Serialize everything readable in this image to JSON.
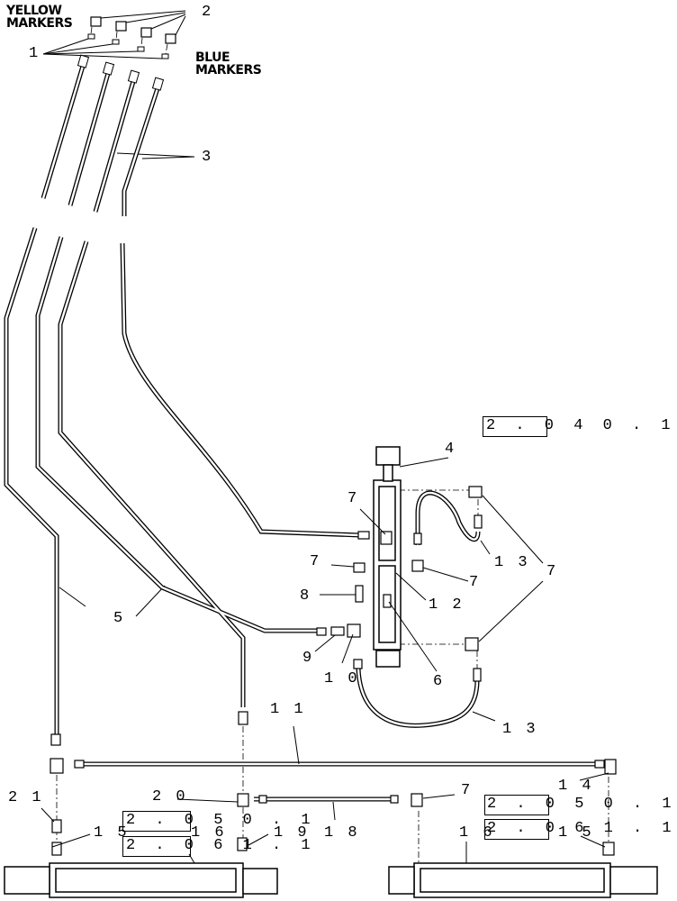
{
  "markers": {
    "yellow": [
      "YELLOW",
      "MARKERS"
    ],
    "blue": [
      "BLUE",
      "MARKERS"
    ]
  },
  "callouts": {
    "c1": "1",
    "c2": "2",
    "c3": "3",
    "c4": "4",
    "c5": "5",
    "c6": "6",
    "c7a": "7",
    "c7b": "7",
    "c7c": "7",
    "c7d": "7",
    "c7e": "7",
    "c8": "8",
    "c9": "9",
    "c10": "1 0",
    "c11": "1 1",
    "c12": "1 2",
    "c13a": "1 3",
    "c13b": "1 3",
    "c14": "1 4",
    "c15a": "1 5",
    "c15b": "1 5",
    "c16a": "1 6",
    "c16b": "1 6",
    "c18": "1 8",
    "c19": "1 9",
    "c20": "2 0",
    "c21": "2 1"
  },
  "references": {
    "r1": "2 . 0 4 0 . 1",
    "r2": "2 . 0 5 0 . 1",
    "r3": "2 . 0 6 1 . 1",
    "r4": "2 . 0 5 0 . 1",
    "r5": "2 . 0 6 1 . 1"
  }
}
